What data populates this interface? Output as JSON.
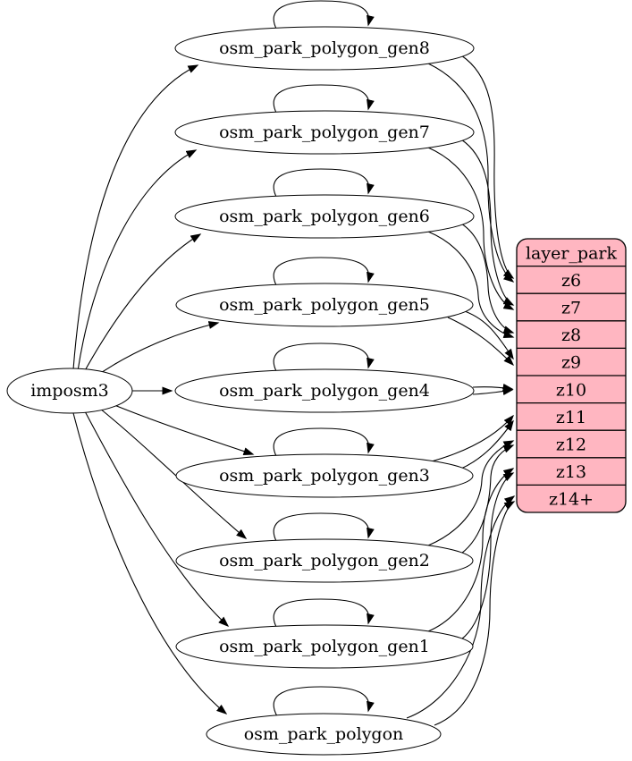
{
  "diagram": {
    "kind": "etl-graph",
    "source_node": {
      "id": "imposm3",
      "label": "imposm3"
    },
    "table_nodes": [
      {
        "id": "gen8",
        "label": "osm_park_polygon_gen8"
      },
      {
        "id": "gen7",
        "label": "osm_park_polygon_gen7"
      },
      {
        "id": "gen6",
        "label": "osm_park_polygon_gen6"
      },
      {
        "id": "gen5",
        "label": "osm_park_polygon_gen5"
      },
      {
        "id": "gen4",
        "label": "osm_park_polygon_gen4"
      },
      {
        "id": "gen3",
        "label": "osm_park_polygon_gen3"
      },
      {
        "id": "gen2",
        "label": "osm_park_polygon_gen2"
      },
      {
        "id": "gen1",
        "label": "osm_park_polygon_gen1"
      },
      {
        "id": "base",
        "label": "osm_park_polygon"
      }
    ],
    "layer_node": {
      "title": "layer_park",
      "rows": [
        "z6",
        "z7",
        "z8",
        "z9",
        "z10",
        "z11",
        "z12",
        "z13",
        "z14+"
      ]
    },
    "edges": {
      "from_source": [
        "gen8",
        "gen7",
        "gen6",
        "gen5",
        "gen4",
        "gen3",
        "gen2",
        "gen1",
        "base"
      ],
      "self_loops": [
        "gen8",
        "gen7",
        "gen6",
        "gen5",
        "gen4",
        "gen3",
        "gen2",
        "gen1",
        "base"
      ],
      "to_layer": [
        {
          "from": "gen8",
          "row": "z6",
          "count": 2
        },
        {
          "from": "gen7",
          "row": "z7",
          "count": 2
        },
        {
          "from": "gen6",
          "row": "z8",
          "count": 2
        },
        {
          "from": "gen5",
          "row": "z9",
          "count": 2
        },
        {
          "from": "gen4",
          "row": "z10",
          "count": 2
        },
        {
          "from": "gen3",
          "row": "z11",
          "count": 2
        },
        {
          "from": "gen2",
          "row": "z12",
          "count": 2
        },
        {
          "from": "gen1",
          "row": "z13",
          "count": 2
        },
        {
          "from": "base",
          "row": "z14+",
          "count": 2
        }
      ]
    },
    "colors": {
      "layer_fill": "#ffb6c1",
      "node_fill": "#ffffff",
      "stroke": "#000000",
      "text": "#000000",
      "background": "#ffffff"
    }
  }
}
